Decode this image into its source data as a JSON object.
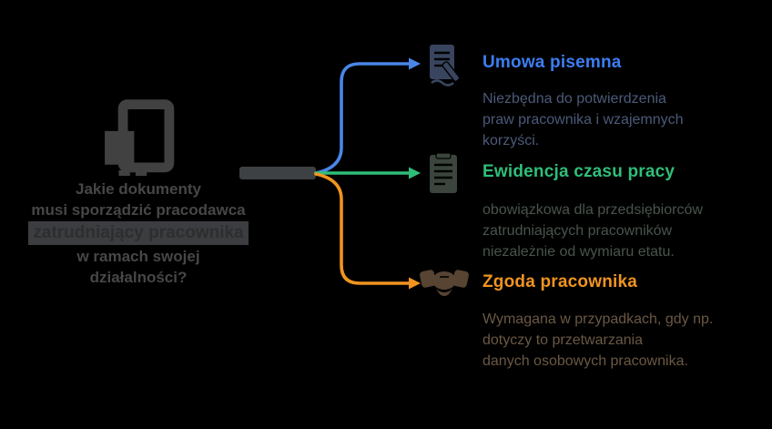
{
  "page": {
    "background": "#000000"
  },
  "question": {
    "lines": [
      "Jakie dokumenty",
      "musi sporządzić pracodawca",
      "zatrudniający pracownika",
      "w ramach swojej",
      "działalności?"
    ]
  },
  "connector": {
    "bar_color": "#3e4144"
  },
  "branches": [
    {
      "title": "Umowa pisemna",
      "title_color": "#3c7ef2",
      "arrow_color": "#4a86e8",
      "icon": "contract-signature-icon",
      "body_lines": [
        "Niezbędna do potwierdzenia",
        "praw pracownika i wzajemnych",
        "korzyści."
      ],
      "body_color": "#4b5a78"
    },
    {
      "title": "Ewidencja czasu pracy",
      "title_color": "#2fbe79",
      "arrow_color": "#2fbe79",
      "icon": "timesheet-icon",
      "body_lines": [
        "obowiązkowa dla przedsiębiorców",
        "zatrudniających pracowników",
        "niezależnie od wymiaru etatu."
      ],
      "body_color": "#49544c"
    },
    {
      "title": "Zgoda pracownika",
      "title_color": "#f0941f",
      "arrow_color": "#f0941f",
      "icon": "handshake-icon",
      "body_lines": [
        "Wymagana w przypadkach, gdy np.",
        "dotyczy to przetwarzania",
        "danych osobowych pracownika."
      ],
      "body_color": "#6a5844"
    }
  ],
  "left_icon": "documents-icon"
}
